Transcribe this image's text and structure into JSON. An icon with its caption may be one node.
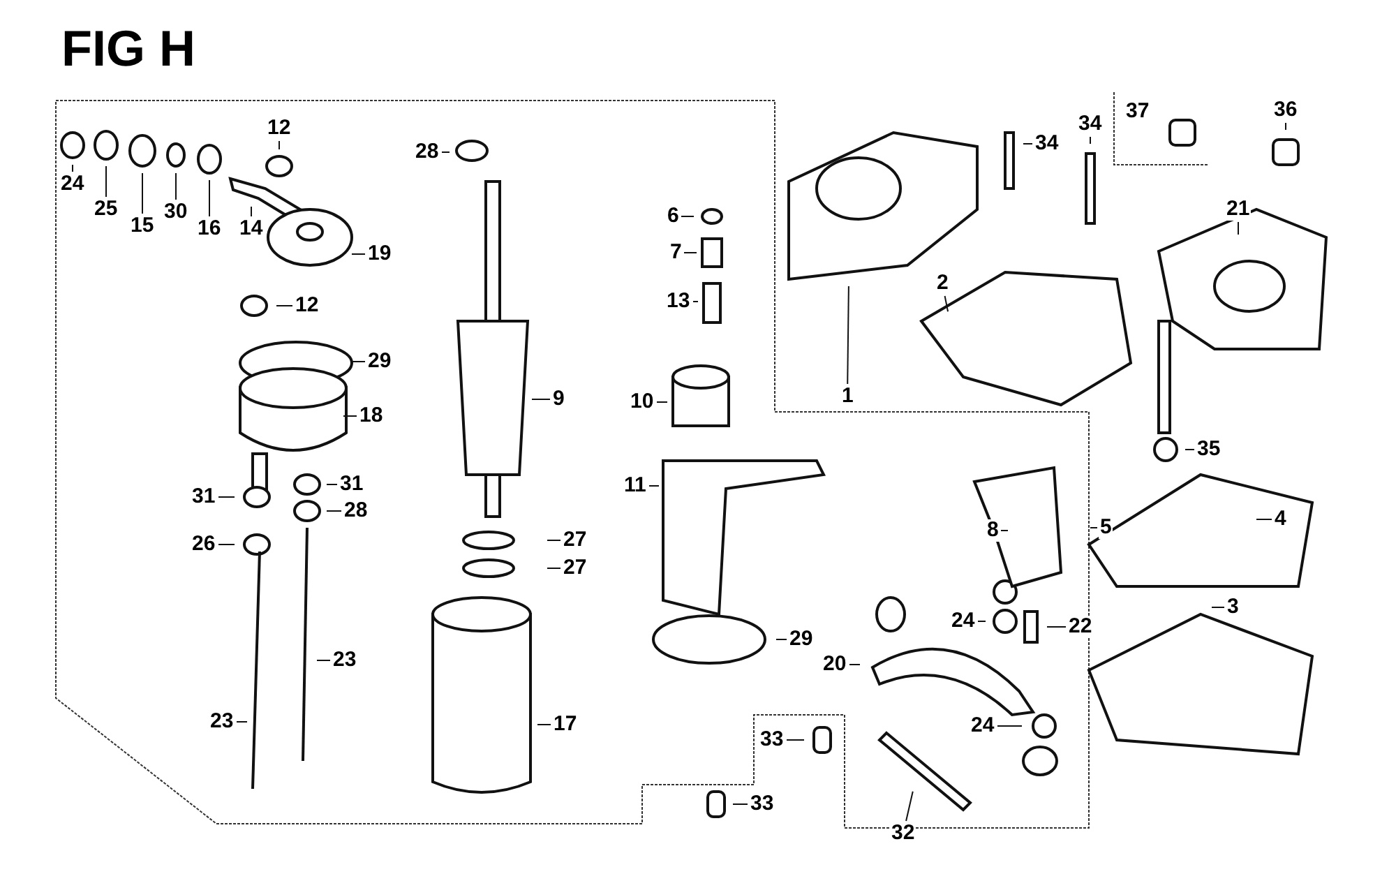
{
  "diagram": {
    "title": "FIG H",
    "nodes": [
      {
        "text": [
          "24"
        ]
      },
      {
        "text": [
          "25"
        ]
      },
      {
        "text": [
          "15"
        ]
      },
      {
        "text": [
          "30"
        ]
      },
      {
        "text": [
          "16"
        ]
      },
      {
        "text": [
          "14"
        ]
      },
      {
        "text": [
          "12"
        ]
      },
      {
        "text": [
          "12"
        ]
      },
      {
        "text": [
          "19"
        ]
      },
      {
        "text": [
          "29"
        ]
      },
      {
        "text": [
          "18"
        ]
      },
      {
        "text": [
          "31"
        ]
      },
      {
        "text": [
          "28"
        ]
      },
      {
        "text": [
          "31"
        ]
      },
      {
        "text": [
          "26"
        ]
      },
      {
        "text": [
          "23"
        ]
      },
      {
        "text": [
          "23"
        ]
      },
      {
        "text": [
          "28"
        ]
      },
      {
        "text": [
          "9"
        ]
      },
      {
        "text": [
          "27"
        ]
      },
      {
        "text": [
          "27"
        ]
      },
      {
        "text": [
          "17"
        ]
      },
      {
        "text": [
          "6"
        ]
      },
      {
        "text": [
          "7"
        ]
      },
      {
        "text": [
          "13"
        ]
      },
      {
        "text": [
          "10"
        ]
      },
      {
        "text": [
          "11"
        ]
      },
      {
        "text": [
          "29"
        ]
      },
      {
        "text": [
          "33"
        ]
      },
      {
        "text": [
          "33"
        ]
      },
      {
        "text": [
          "32"
        ]
      },
      {
        "text": [
          "20"
        ]
      },
      {
        "text": [
          "24"
        ]
      },
      {
        "text": [
          "22"
        ]
      },
      {
        "text": [
          "24"
        ]
      },
      {
        "text": [
          "8"
        ]
      },
      {
        "text": [
          "5"
        ]
      },
      {
        "text": [
          "1"
        ]
      },
      {
        "text": [
          "2"
        ]
      },
      {
        "text": [
          "34"
        ]
      },
      {
        "text": [
          "34"
        ]
      },
      {
        "text": [
          "36"
        ]
      },
      {
        "text": [
          "21"
        ]
      },
      {
        "text": [
          "35"
        ]
      },
      {
        "text": [
          "4"
        ]
      },
      {
        "text": [
          "3"
        ]
      },
      {
        "text": [
          "37"
        ]
      }
    ],
    "edges": [
      {
        "from": 0,
        "to": null,
        "arrow": "none"
      },
      {
        "from": 1,
        "to": null,
        "arrow": "none"
      },
      {
        "from": 2,
        "to": null,
        "arrow": "none"
      },
      {
        "from": 3,
        "to": null,
        "arrow": "none"
      },
      {
        "from": 4,
        "to": null,
        "arrow": "none"
      },
      {
        "from": 5,
        "to": null,
        "arrow": "none"
      },
      {
        "from": 6,
        "to": null,
        "arrow": "none"
      },
      {
        "from": 7,
        "to": null,
        "arrow": "none"
      },
      {
        "from": 8,
        "to": null,
        "arrow": "none"
      },
      {
        "from": 9,
        "to": null,
        "arrow": "none"
      },
      {
        "from": 10,
        "to": null,
        "arrow": "none"
      },
      {
        "from": 11,
        "to": null,
        "arrow": "none"
      },
      {
        "from": 12,
        "to": null,
        "arrow": "none"
      },
      {
        "from": 13,
        "to": null,
        "arrow": "none"
      },
      {
        "from": 14,
        "to": null,
        "arrow": "none"
      },
      {
        "from": 15,
        "to": null,
        "arrow": "none"
      },
      {
        "from": 16,
        "to": null,
        "arrow": "none"
      },
      {
        "from": 17,
        "to": null,
        "arrow": "none"
      },
      {
        "from": 18,
        "to": null,
        "arrow": "none"
      },
      {
        "from": 19,
        "to": null,
        "arrow": "none"
      },
      {
        "from": 20,
        "to": null,
        "arrow": "none"
      },
      {
        "from": 21,
        "to": null,
        "arrow": "none"
      },
      {
        "from": 22,
        "to": null,
        "arrow": "none"
      },
      {
        "from": 23,
        "to": null,
        "arrow": "none"
      },
      {
        "from": 24,
        "to": null,
        "arrow": "none"
      },
      {
        "from": 25,
        "to": null,
        "arrow": "none"
      },
      {
        "from": 26,
        "to": null,
        "arrow": "none"
      },
      {
        "from": 27,
        "to": null,
        "arrow": "none"
      },
      {
        "from": 28,
        "to": null,
        "arrow": "none"
      },
      {
        "from": 29,
        "to": null,
        "arrow": "none"
      },
      {
        "from": 30,
        "to": null,
        "arrow": "none"
      },
      {
        "from": 31,
        "to": null,
        "arrow": "none"
      },
      {
        "from": 32,
        "to": null,
        "arrow": "none"
      },
      {
        "from": 33,
        "to": null,
        "arrow": "none"
      },
      {
        "from": 34,
        "to": null,
        "arrow": "none"
      },
      {
        "from": 35,
        "to": null,
        "arrow": "none"
      },
      {
        "from": 36,
        "to": null,
        "arrow": "none"
      },
      {
        "from": 37,
        "to": null,
        "arrow": "none"
      },
      {
        "from": 38,
        "to": null,
        "arrow": "none"
      },
      {
        "from": 39,
        "to": null,
        "arrow": "none"
      },
      {
        "from": 40,
        "to": null,
        "arrow": "none"
      },
      {
        "from": 41,
        "to": null,
        "arrow": "none"
      },
      {
        "from": 42,
        "to": null,
        "arrow": "none"
      },
      {
        "from": 43,
        "to": null,
        "arrow": "none"
      },
      {
        "from": 44,
        "to": null,
        "arrow": "none"
      },
      {
        "from": 45,
        "to": null,
        "arrow": "none"
      }
    ]
  }
}
